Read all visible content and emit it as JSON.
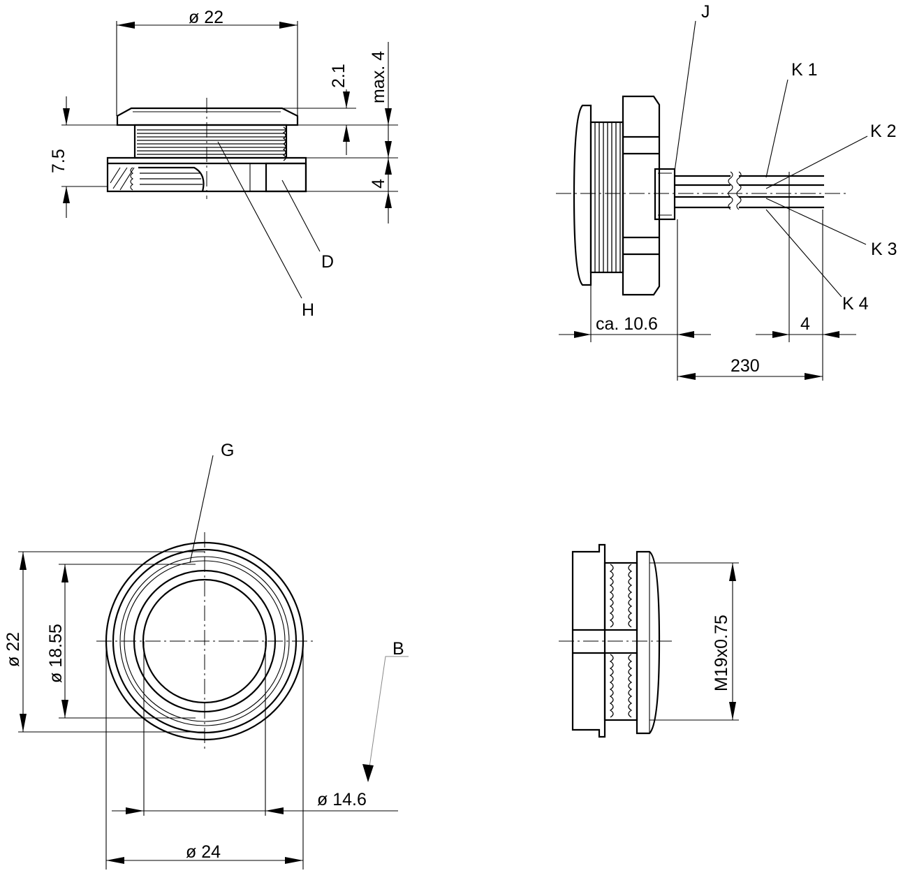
{
  "title": "",
  "labels": {
    "dim_dia22_top": "ø 22",
    "dim_2_1": "2.1",
    "dim_max4": "max. 4",
    "dim_7_5": "7.5",
    "dim_4_side": "4",
    "callout_D": "D",
    "callout_H": "H",
    "callout_J": "J",
    "callout_K1": "K 1",
    "callout_K2": "K 2",
    "callout_K3": "K 3",
    "callout_K4": "K 4",
    "dim_ca10_6": "ca. 10.6",
    "dim_4_wire": "4",
    "dim_230": "230",
    "callout_G": "G",
    "callout_B": "B",
    "dim_dia22_front": "ø 22",
    "dim_dia18_55": "ø 18.55",
    "dim_dia14_6": "ø 14.6",
    "dim_dia24": "ø 24",
    "dim_thread": "M19x0.75"
  },
  "colors": {
    "line": "#000000",
    "leader": "#888888",
    "background": "#ffffff"
  }
}
